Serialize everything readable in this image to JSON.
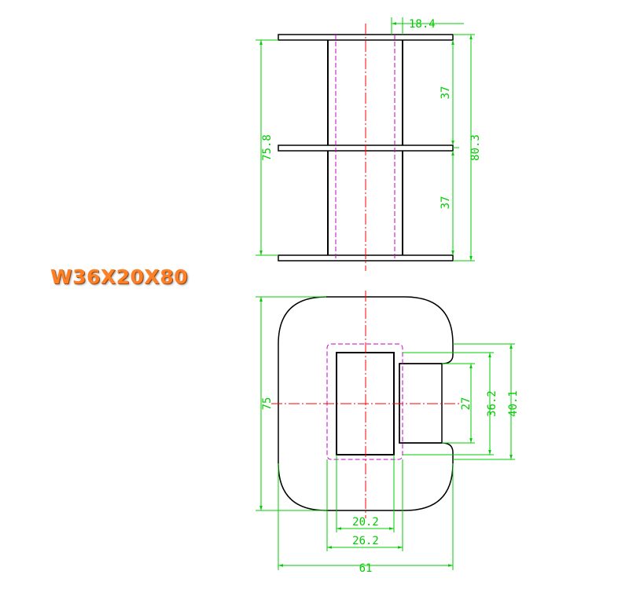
{
  "title": "W36X20X80",
  "colors": {
    "title": "#ff7f27",
    "outline": "#000000",
    "dimension": "#00cc00",
    "centerline": "#ff0000",
    "hidden_line": "#c800c8"
  },
  "side_view": {
    "dims": {
      "top_width": "18.4",
      "upper_section": "37",
      "lower_section": "37",
      "inner_height": "75.8",
      "total_height": "80.3"
    }
  },
  "top_view": {
    "dims": {
      "height": "75",
      "slot": "27",
      "window_inner": "36.2",
      "window_outer": "40.1",
      "core_inner": "20.2",
      "core_outer": "26.2",
      "width": "61"
    }
  }
}
